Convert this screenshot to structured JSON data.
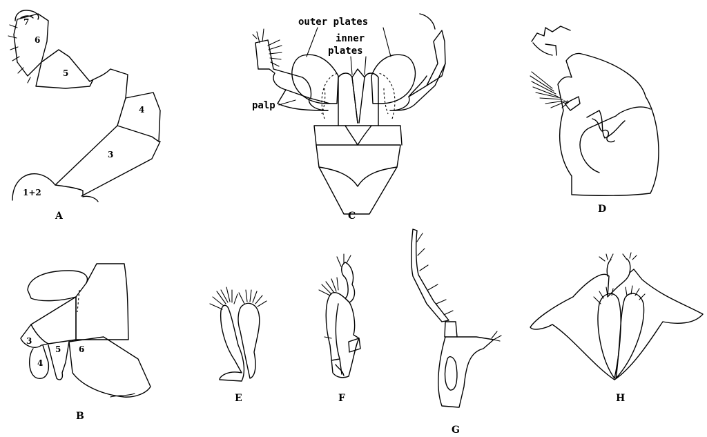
{
  "figures": {
    "A": {
      "label": "A",
      "segments": [
        "1+2",
        "3",
        "4",
        "5",
        "6",
        "7"
      ]
    },
    "B": {
      "label": "B",
      "segments": [
        "3",
        "4",
        "5",
        "6"
      ]
    },
    "C": {
      "label": "C",
      "annotations": {
        "outer": "outer plates",
        "inner_1": "inner",
        "inner_2": "plates",
        "palp": "palp"
      }
    },
    "D": {
      "label": "D"
    },
    "E": {
      "label": "E"
    },
    "F": {
      "label": "F"
    },
    "G": {
      "label": "G"
    },
    "H": {
      "label": "H"
    }
  }
}
